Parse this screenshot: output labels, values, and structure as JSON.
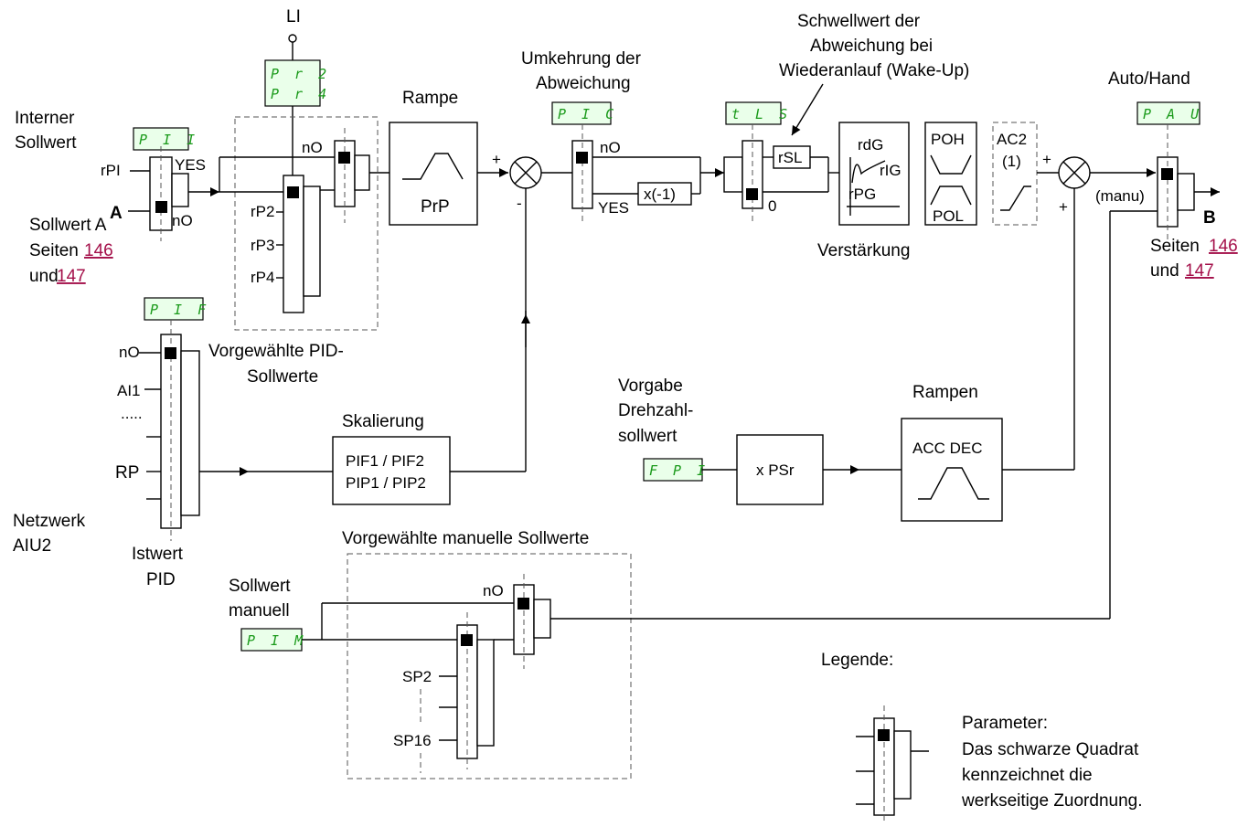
{
  "labels": {
    "li": "LI",
    "interner_1": "Interner",
    "interner_2": "Sollwert",
    "rpi": "rPI",
    "yes_a": "YES",
    "no_a": "nO",
    "a": "A",
    "sollwert_a": "Sollwert A",
    "seiten_left": "Seiten",
    "und_left": "und",
    "rp2": "rP2",
    "rp3": "rP3",
    "rp4": "rP4",
    "no_pr": "nO",
    "vorgewaehlte_pid_1": "Vorgewählte PID-",
    "vorgewaehlte_pid_2": "Sollwerte",
    "rampe": "Rampe",
    "prp": "PrP",
    "plus_1": "+",
    "minus_1": "-",
    "umkehrung_1": "Umkehrung der",
    "umkehrung_2": "Abweichung",
    "no_pic": "nO",
    "yes_pic": "YES",
    "xm1": "x(-1)",
    "schwell_1": "Schwellwert der",
    "schwell_2": "Abweichung bei",
    "schwell_3": "Wiederanlauf (Wake-Up)",
    "rsl": "rSL",
    "zero": "0",
    "rdg": "rdG",
    "rig": "rIG",
    "rpg": "rPG",
    "verstaerkung": "Verstärkung",
    "poh": "POH",
    "pol": "POL",
    "ac2": "AC2",
    "ac2_1": "(1)",
    "plus_2": "+",
    "plus_3": "+",
    "auto_hand": "Auto/Hand",
    "manu": "(manu)",
    "b": "B",
    "seiten_right": "Seiten",
    "und_right": "und",
    "no_pif": "nO",
    "ai1": "AI1",
    "dots": ".....",
    "rp": "RP",
    "netzwerk_1": "Netzwerk",
    "netzwerk_2": "AIU2",
    "istwert_1": "Istwert",
    "istwert_2": "PID",
    "skalierung": "Skalierung",
    "pif": "PIF1 / PIF2",
    "pip": "PIP1 / PIP2",
    "vorgabe_1": "Vorgabe",
    "vorgabe_2": "Drehzahl-",
    "vorgabe_3": "sollwert",
    "xpsr": "x PSr",
    "rampen": "Rampen",
    "acc_dec": "ACC DEC",
    "vorgew_manuell": "Vorgewählte manuelle Sollwerte",
    "sollwert_man_1": "Sollwert",
    "sollwert_man_2": "manuell",
    "no_man": "nO",
    "sp2": "SP2",
    "sp16": "SP16",
    "legende": "Legende:",
    "param_1": "Parameter:",
    "param_2": "Das schwarze Quadrat",
    "param_3": "kennzeichnet die",
    "param_4": "werkseitige Zuordnung."
  },
  "links": {
    "p146_left": "146",
    "p147_left": "147",
    "p146_right": "146",
    "p147_right": "147"
  },
  "codes": {
    "pii": "P I I",
    "pr2": "P r 2",
    "pr4": "P r 4",
    "pic": "P I C",
    "tls": "t L S",
    "pau": "P A U",
    "pif": "P I F",
    "fpi": "F P I",
    "pim": "P I M"
  },
  "colors": {
    "code": "#1a9a1a",
    "link": "#a4104a",
    "display_bg": "#eaffea"
  }
}
